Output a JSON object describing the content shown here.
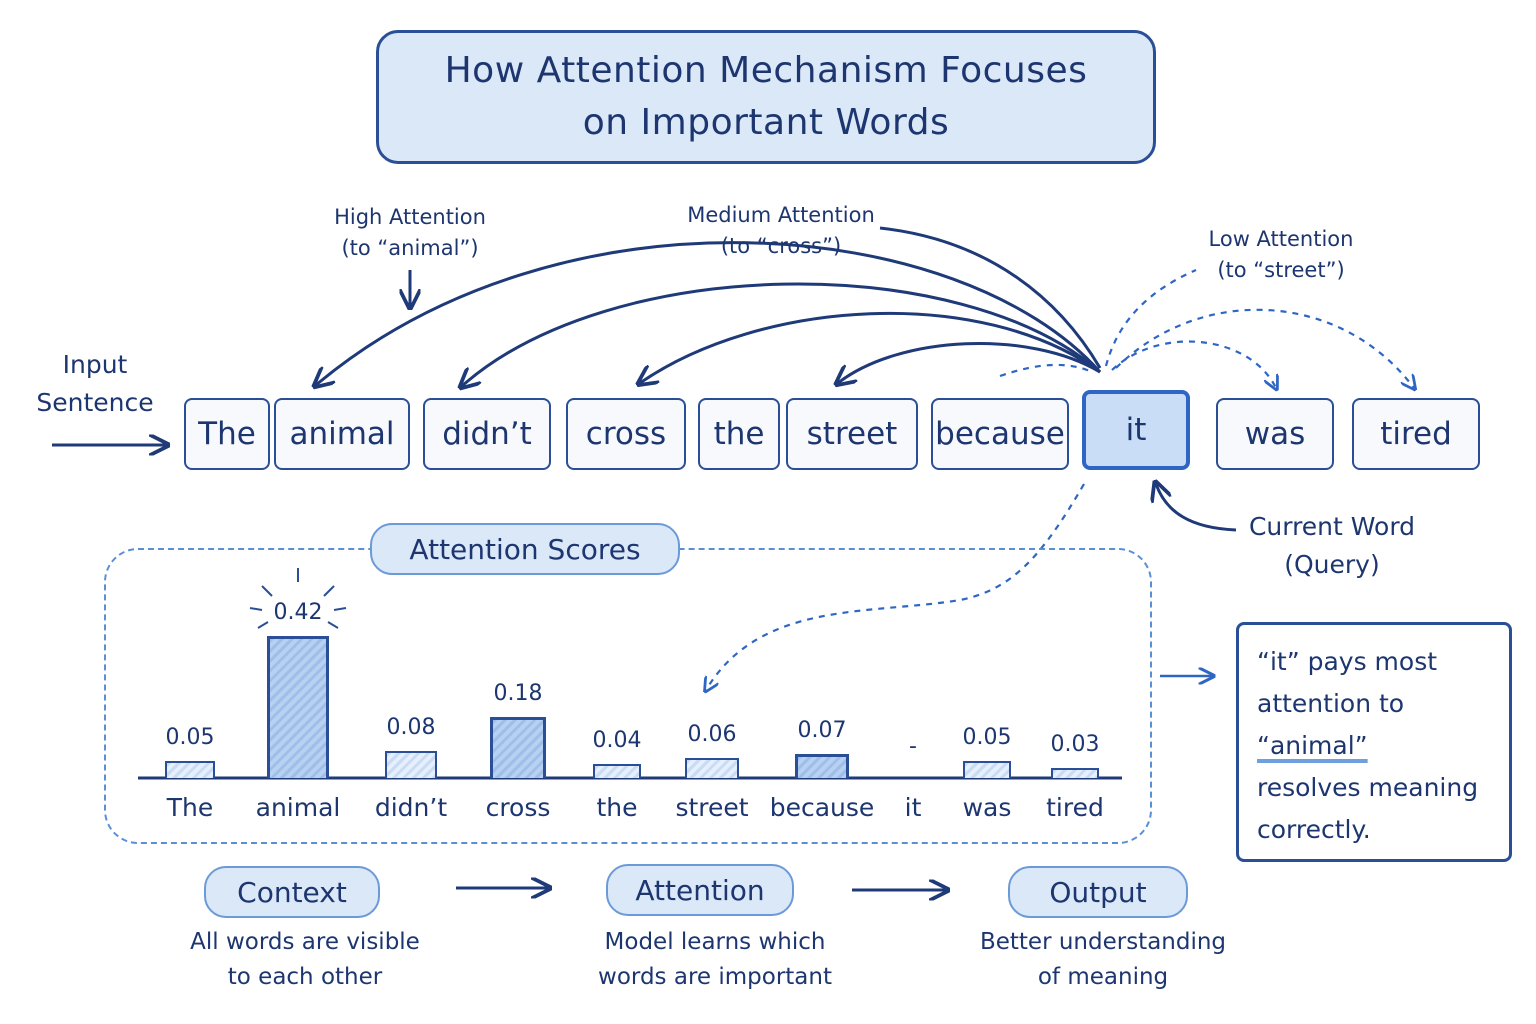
{
  "title": {
    "line1": "How Attention Mechanism Focuses",
    "line2": "on Important Words"
  },
  "input_label": {
    "line1": "Input",
    "line2": "Sentence"
  },
  "tokens": [
    "The",
    "animal",
    "didn’t",
    "cross",
    "the",
    "street",
    "because",
    "it",
    "was",
    "tired"
  ],
  "current_word_index": 7,
  "attention_labels": {
    "high": {
      "line1": "High Attention",
      "line2": "(to “animal”)"
    },
    "medium": {
      "line1": "Medium Attention",
      "line2": "(to “cross”)"
    },
    "low": {
      "line1": "Low Attention",
      "line2": "(to “street”)"
    }
  },
  "current_word_label": {
    "line1": "Current Word",
    "line2": "(Query)"
  },
  "chart_data": {
    "type": "bar",
    "title": "Attention Scores",
    "categories": [
      "The",
      "animal",
      "didn’t",
      "cross",
      "the",
      "street",
      "because",
      "it",
      "was",
      "tired"
    ],
    "values": [
      0.05,
      0.42,
      0.08,
      0.18,
      0.04,
      0.06,
      0.07,
      null,
      0.05,
      0.03
    ],
    "value_labels": [
      "0.05",
      "0.42",
      "0.08",
      "0.18",
      "0.04",
      "0.06",
      "0.07",
      "-",
      "0.05",
      "0.03"
    ],
    "highlighted": [
      "animal",
      "cross",
      "because"
    ],
    "ylim": [
      0,
      0.45
    ],
    "grid": false
  },
  "callout": {
    "line1": "“it” pays most",
    "line2": "attention to",
    "highlight": "“animal”",
    "arrow": "→",
    "line4": "resolves meaning",
    "line5": "correctly."
  },
  "steps": [
    {
      "label": "Context",
      "line1": "All words are visible",
      "line2": "to each other"
    },
    {
      "label": "Attention",
      "line1": "Model learns which",
      "line2": "words are important"
    },
    {
      "label": "Output",
      "line1": "Better understanding",
      "line2": "of meaning"
    }
  ],
  "colors": {
    "ink": "#1d3670",
    "accent": "#2f66c4",
    "fill": "#dbe8f8",
    "dashed": "#5a8fd6"
  }
}
